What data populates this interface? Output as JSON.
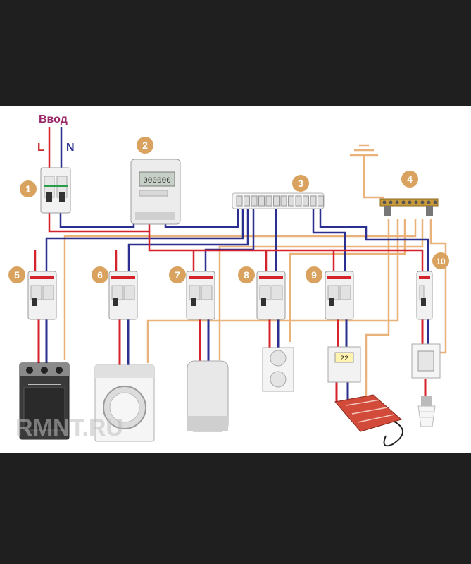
{
  "input": {
    "title": "Ввод",
    "line": "L",
    "neutral": "N"
  },
  "badges": [
    "1",
    "2",
    "3",
    "4",
    "5",
    "6",
    "7",
    "8",
    "9",
    "10"
  ],
  "meter": {
    "display": "000000"
  },
  "thermostat": {
    "display": "22"
  },
  "watermark": "RMNT.RU",
  "colors": {
    "phase": "#d4232b",
    "neutral": "#2b2f8f",
    "ground": "#e8b27a",
    "badge": "#d9a35f"
  }
}
